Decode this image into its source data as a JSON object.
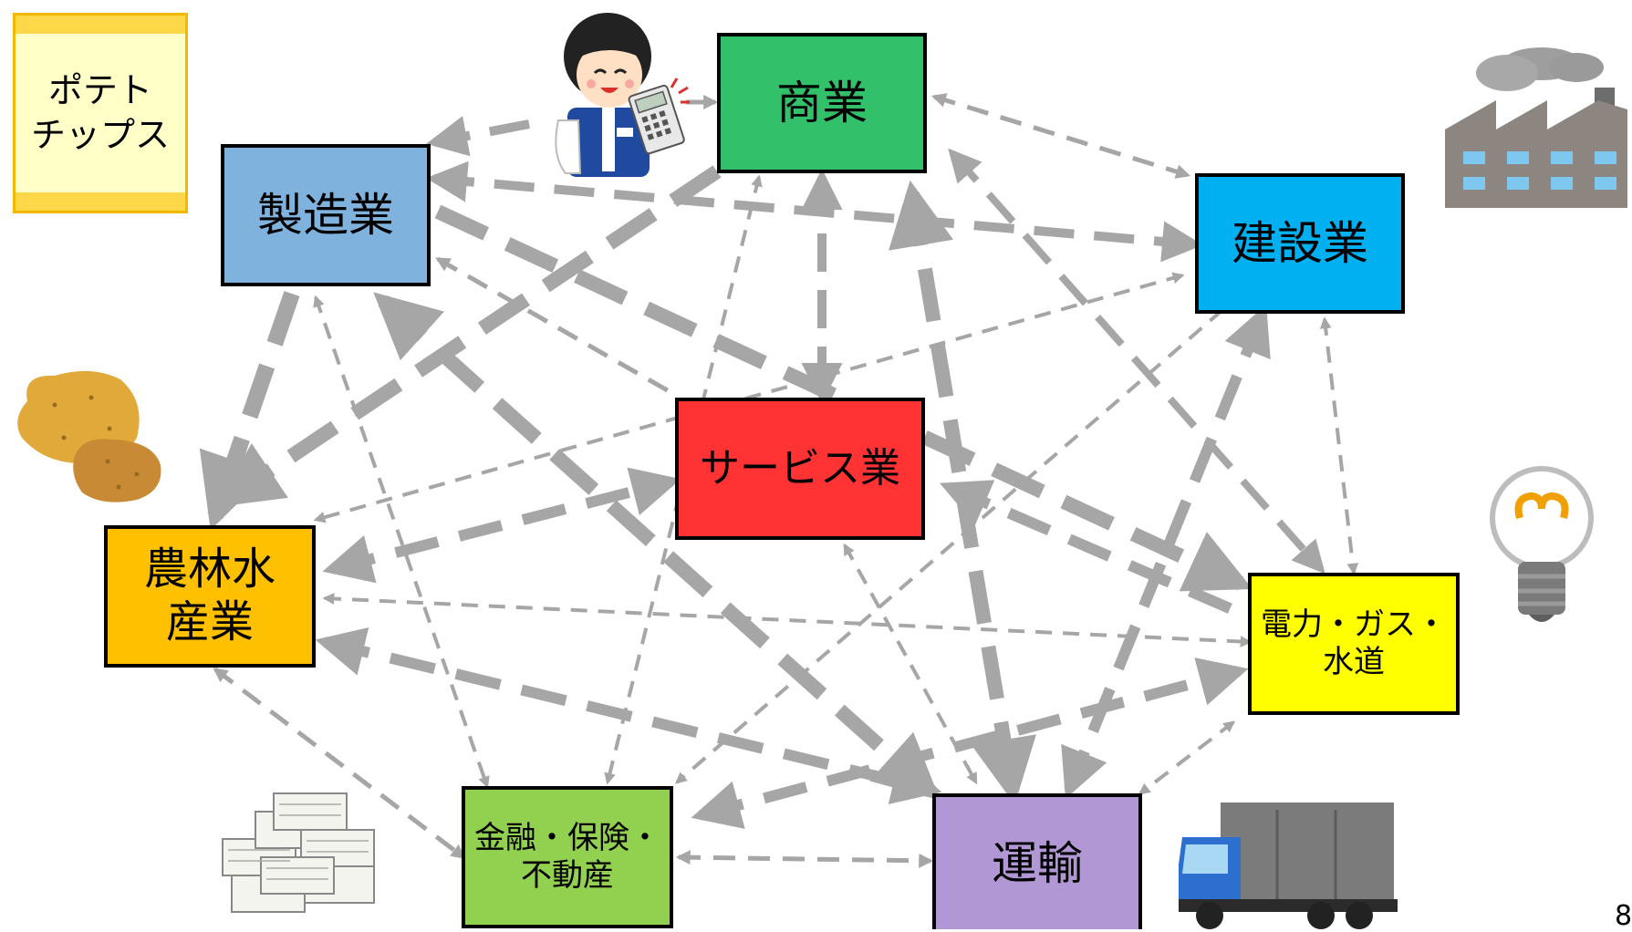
{
  "sticky_note": {
    "label": "ポテト\nチップス",
    "color": "#fff2a0"
  },
  "nodes": {
    "commerce": {
      "label": "商業",
      "color": "#33c06a"
    },
    "manufacturing": {
      "label": "製造業",
      "color": "#7fb3de"
    },
    "construction": {
      "label": "建設業",
      "color": "#00b0f0"
    },
    "services": {
      "label": "サービス業",
      "color": "#ff3333"
    },
    "agriculture": {
      "label": "農林水\n産業",
      "color": "#ffc000"
    },
    "utilities": {
      "label": "電力・ガス・\n水道",
      "color": "#ffff00"
    },
    "finance": {
      "label": "金融・保険・\n不動産",
      "color": "#92d050"
    },
    "transport": {
      "label": "運輸",
      "color": "#b197d3"
    }
  },
  "illustrations": [
    "cashier-woman-icon",
    "factory-icon",
    "potato-icon",
    "light-bulb-icon",
    "money-stack-icon",
    "truck-icon"
  ],
  "page_number": "8",
  "edge_color": "#a6a6a6"
}
